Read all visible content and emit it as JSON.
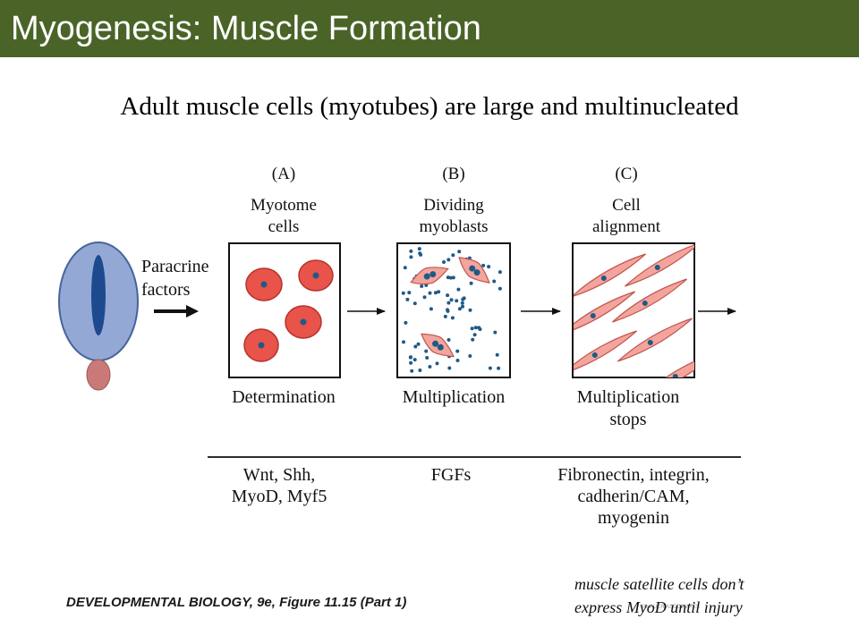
{
  "title": "Myogenesis: Muscle Formation",
  "subtitle": "Adult muscle cells (myotubes) are large and multinucleated",
  "diagram": {
    "paracrine": [
      "Paracrine",
      "factors"
    ],
    "panels": [
      {
        "letter": "(A)",
        "heading": [
          "Myotome",
          "cells"
        ],
        "caption": [
          "Determination"
        ],
        "factors": [
          "Wnt, Shh,",
          "MyoD, Myf5"
        ]
      },
      {
        "letter": "(B)",
        "heading": [
          "Dividing",
          "myoblasts"
        ],
        "caption": [
          "Multiplication"
        ],
        "factors": [
          "FGFs"
        ]
      },
      {
        "letter": "(C)",
        "heading": [
          "Cell",
          "alignment"
        ],
        "caption": [
          "Multiplication",
          "stops"
        ],
        "factors": [
          "Fibronectin, integrin,",
          "cadherin/CAM,",
          "myogenin"
        ]
      }
    ]
  },
  "colors": {
    "title_bar": "#4a6428",
    "cell_fill": "#e8534a",
    "myoblast_fill": "#f3a59d",
    "nucleus": "#1f5a86",
    "somite_fill": "#94a8d6",
    "neural_tube": "#1d4a8f",
    "blob": "#c97a78"
  },
  "footer": "DEVELOPMENTAL BIOLOGY, 9e, Figure 11.15 (Part 1)",
  "note": [
    "muscle satellite cells don’t",
    "express MyoD until injury"
  ],
  "watermark": "SINAUER ASSOCIATES"
}
